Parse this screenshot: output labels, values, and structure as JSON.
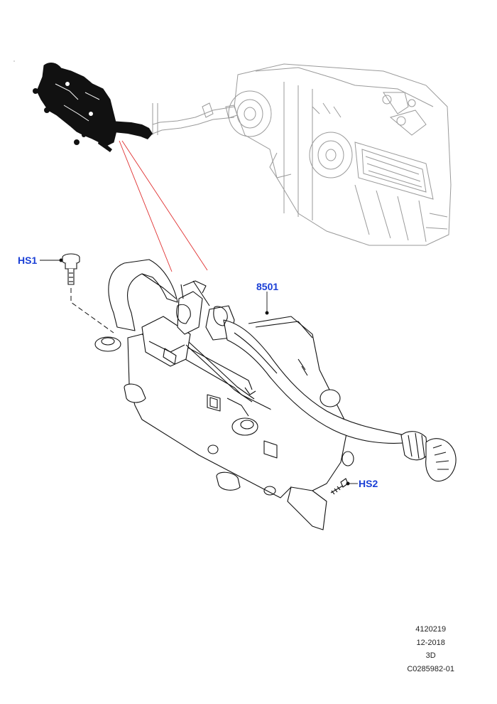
{
  "callouts": {
    "hs1": "HS1",
    "part_main": "8501",
    "hs2": "HS2"
  },
  "footer": {
    "ref": "4120219",
    "date": "12-2018",
    "view": "3D",
    "code": "C0285982-01"
  },
  "colors": {
    "callout_blue": "#1a3fd6",
    "leader_red": "#e03030",
    "line_dark": "#111111",
    "line_grey": "#9a9a9a"
  }
}
